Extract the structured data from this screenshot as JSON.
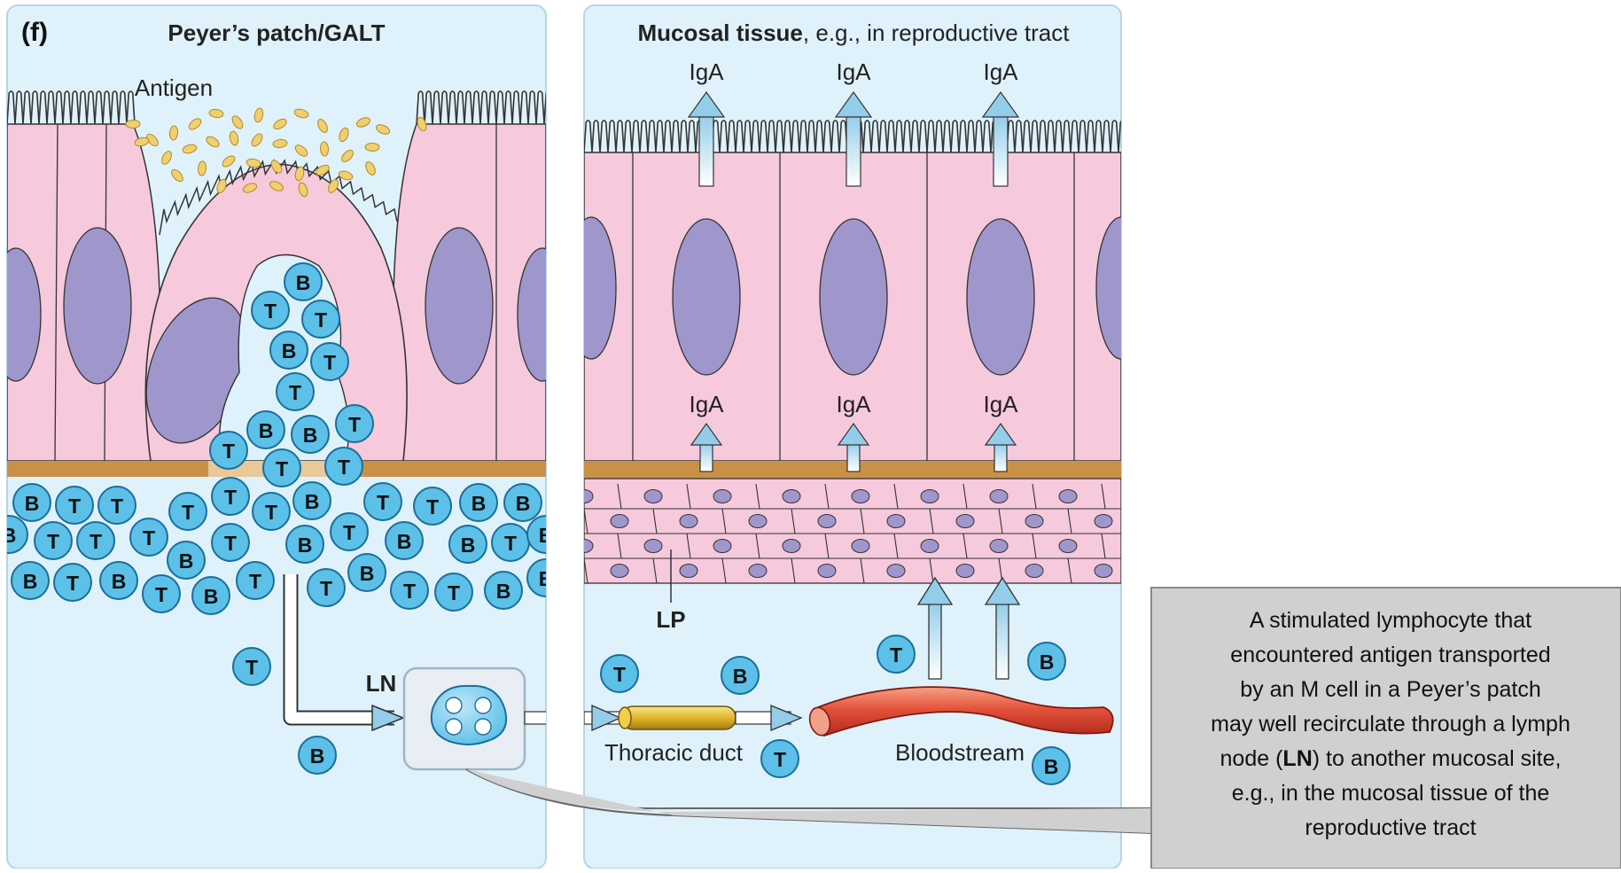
{
  "panel_letter": "(f)",
  "left_panel": {
    "title": "Peyer’s patch/GALT",
    "antigen_label": "Antigen",
    "ln_label": "LN",
    "cells": {
      "t": "T",
      "b": "B"
    }
  },
  "right_panel": {
    "title_bold": "Mucosal tissue",
    "title_rest": ", e.g., in reproductive tract",
    "iga_label": "IgA",
    "lp_label": "LP",
    "thoracic_duct_label": "Thoracic duct",
    "bloodstream_label": "Bloodstream"
  },
  "callout": {
    "line1": "A stimulated lymphocyte that",
    "line2": "encountered antigen transported",
    "line3": "by an M cell in a Peyer’s patch",
    "line4": "may well recirculate through a lymph",
    "line5_pre": "node (",
    "line5_bold": "LN",
    "line5_post": ") to another mucosal site,",
    "line6": "e.g., in the mucosal tissue of the",
    "line7": "reproductive tract"
  },
  "colors": {
    "panel_bg": "#dff2fb",
    "panel_border": "#b6d5e6",
    "epithelium": "#f7c9dc",
    "nucleus": "#9f97cc",
    "basement": "#c99146",
    "lymphocyte": "#5cc0e8",
    "antigen": "#f2cf6e",
    "callout_bg": "#d0d0d0"
  },
  "icons": [
    "lymph-node-icon",
    "thoracic-duct-icon",
    "blood-vessel-icon",
    "arrow-icon"
  ]
}
